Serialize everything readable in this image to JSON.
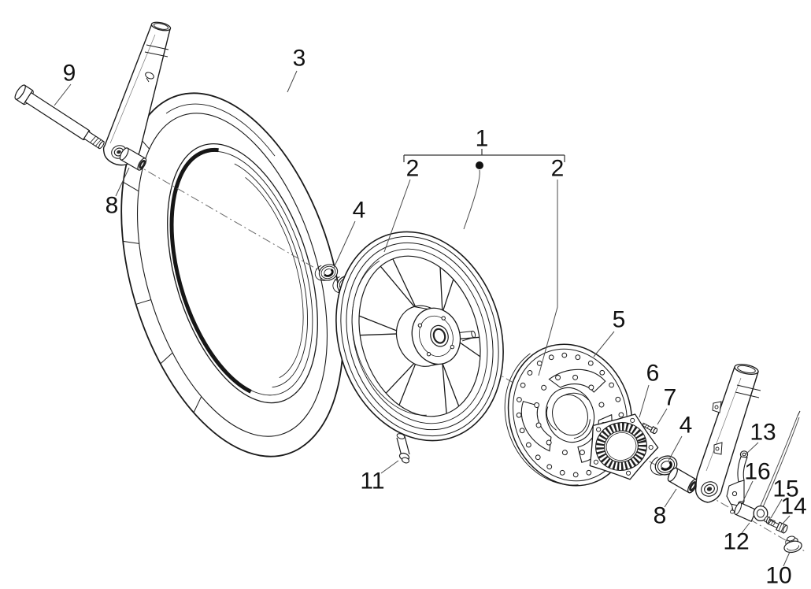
{
  "diagram": {
    "type": "exploded-parts-diagram",
    "colors": {
      "background": "#ffffff",
      "line": "#1a1a1a",
      "label": "#111111"
    },
    "callouts": {
      "wheel": "1",
      "bearing_left": "2",
      "bearing_right": "2",
      "tyre": "3",
      "ring_top": "4",
      "ring_right": "4",
      "brake_disc": "5",
      "tone_wheel": "6",
      "disc_screw": "7",
      "spacer_left": "8",
      "spacer_right": "8",
      "axle": "9",
      "nut": "10",
      "valve": "11",
      "sensor": "12",
      "bracket": "13",
      "screw_14": "14",
      "screw_15": "15",
      "clip_16": "16"
    }
  }
}
